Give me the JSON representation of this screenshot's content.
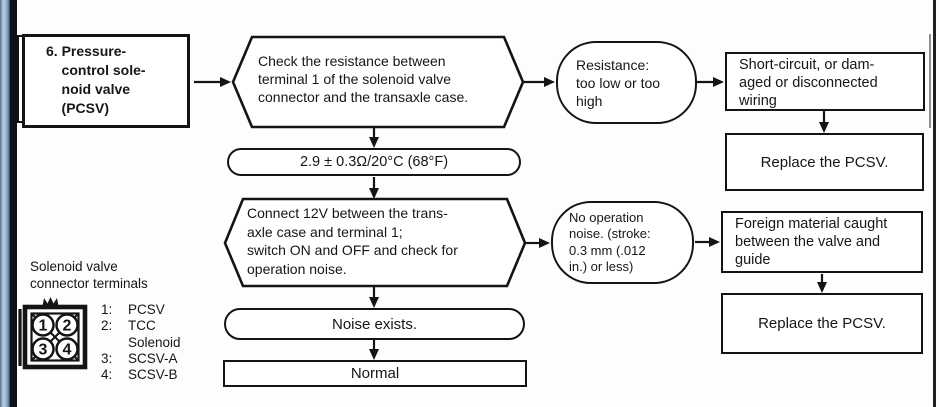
{
  "palette": {
    "ink": "#141414",
    "paper": "#fdfdfc",
    "window_edge_blue": "#a6bdd3",
    "window_edge_dark": "#0d1017"
  },
  "flowchart": {
    "component_box": {
      "label": "6. Pressure-\n    control sole-\n    noid valve\n    (PCSV)"
    },
    "test1": {
      "label": "Check the resistance between\nterminal 1 of the solenoid valve\nconnector and the transaxle case."
    },
    "spec1": {
      "label": "2.9 ± 0.3Ω/20°C (68°F)"
    },
    "result1": {
      "label": "Resistance:\ntoo low or too\nhigh"
    },
    "cause1": {
      "label": "Short-circuit, or dam-\naged or disconnected\nwiring"
    },
    "action1": {
      "label": "Replace the PCSV."
    },
    "test2": {
      "label": "Connect 12V between the trans-\naxle case and terminal 1;\nswitch ON and OFF and check for\noperation noise."
    },
    "result2": {
      "label": "No operation\nnoise. (stroke:\n0.3 mm (.012\nin.) or less)"
    },
    "cause2": {
      "label": "Foreign material caught\nbetween the valve and\nguide"
    },
    "action2": {
      "label": "Replace the PCSV."
    },
    "pass2": {
      "label": "Noise exists."
    },
    "final": {
      "label": "Normal"
    }
  },
  "connector": {
    "caption": "Solenoid valve\nconnector terminals",
    "pins": [
      "1",
      "2",
      "3",
      "4"
    ],
    "legend": [
      {
        "pin": "1:",
        "name": "PCSV"
      },
      {
        "pin": "2:",
        "name": "TCC"
      },
      {
        "pin": "",
        "name": "Solenoid"
      },
      {
        "pin": "3:",
        "name": "SCSV-A"
      },
      {
        "pin": "4:",
        "name": "SCSV-B"
      }
    ]
  }
}
